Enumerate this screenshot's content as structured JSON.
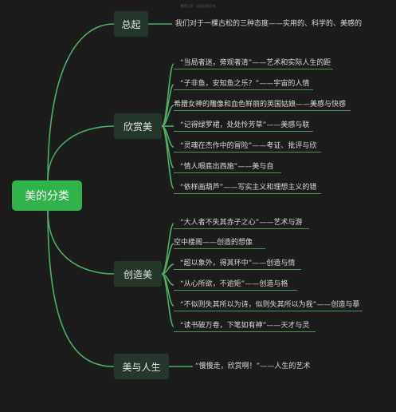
{
  "watermark": "整理之家 · 思维导图示例",
  "root": {
    "label": "美的分类"
  },
  "colors": {
    "root": "#2fb34a",
    "branch_bg": "#25362b",
    "line": "#4caf63",
    "background": "#1c1c1c"
  },
  "branches": [
    {
      "label": "总起",
      "items": [
        "我们对于一棵古松的三种态度——实用的、科学的、美感的"
      ]
    },
    {
      "label": "欣赏美",
      "items": [
        "“当局者迷，旁观者清”——艺术和实际人生的距",
        "“子非鱼，安知鱼之乐？”——宇宙的人情",
        "希腊女神的雕像和血色鲜丽的英国姑娘——美感与快感",
        "“记得绿罗裙，处处怜芳草”——美感与联",
        "“灵魂在杰作中的冒险”——考证、批评与欣",
        "“情人眼底出西施”——美与自",
        "“依样画葫芦”——写实主义和理想主义的错"
      ]
    },
    {
      "label": "创造美",
      "items": [
        "“大人者不失其赤子之心”——艺术与游",
        "空中楼阁——创造的想像",
        "“超以象外，得其环中”——创造与情",
        "“从心所欲，不逾矩”——创造与格",
        "“不似则失其所以为诗，似则失其所以为我”——创造与摹",
        "“读书破万卷，下笔如有神”——天才与灵"
      ]
    },
    {
      "label": "美与人生",
      "items": [
        "“慢慢走，欣赏啊！”——人生的艺术"
      ]
    }
  ]
}
